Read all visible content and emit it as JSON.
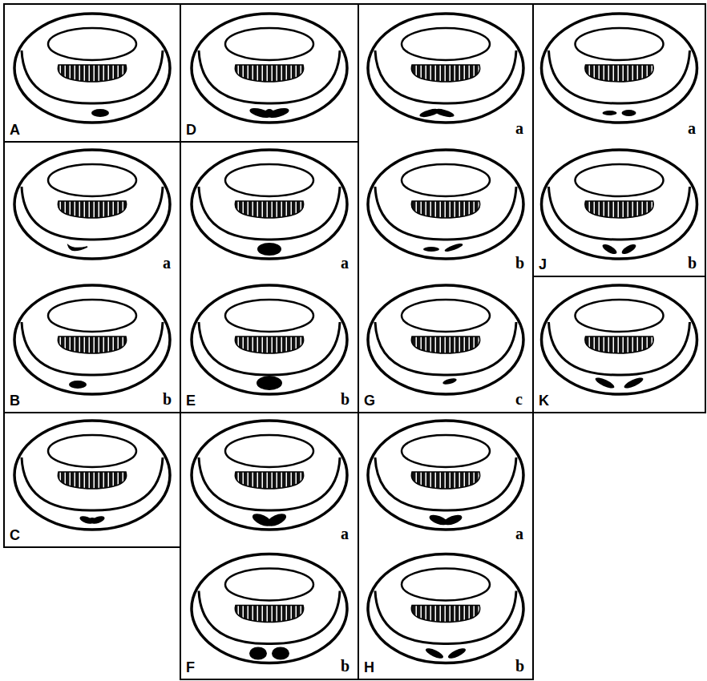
{
  "diagram": {
    "labels": [
      "A",
      "B",
      "a",
      "b",
      "C",
      "D",
      "E",
      "a",
      "b",
      "F",
      "a",
      "b",
      "G",
      "a",
      "b",
      "c",
      "H",
      "a",
      "b",
      "J",
      "a",
      "b",
      "K"
    ]
  }
}
